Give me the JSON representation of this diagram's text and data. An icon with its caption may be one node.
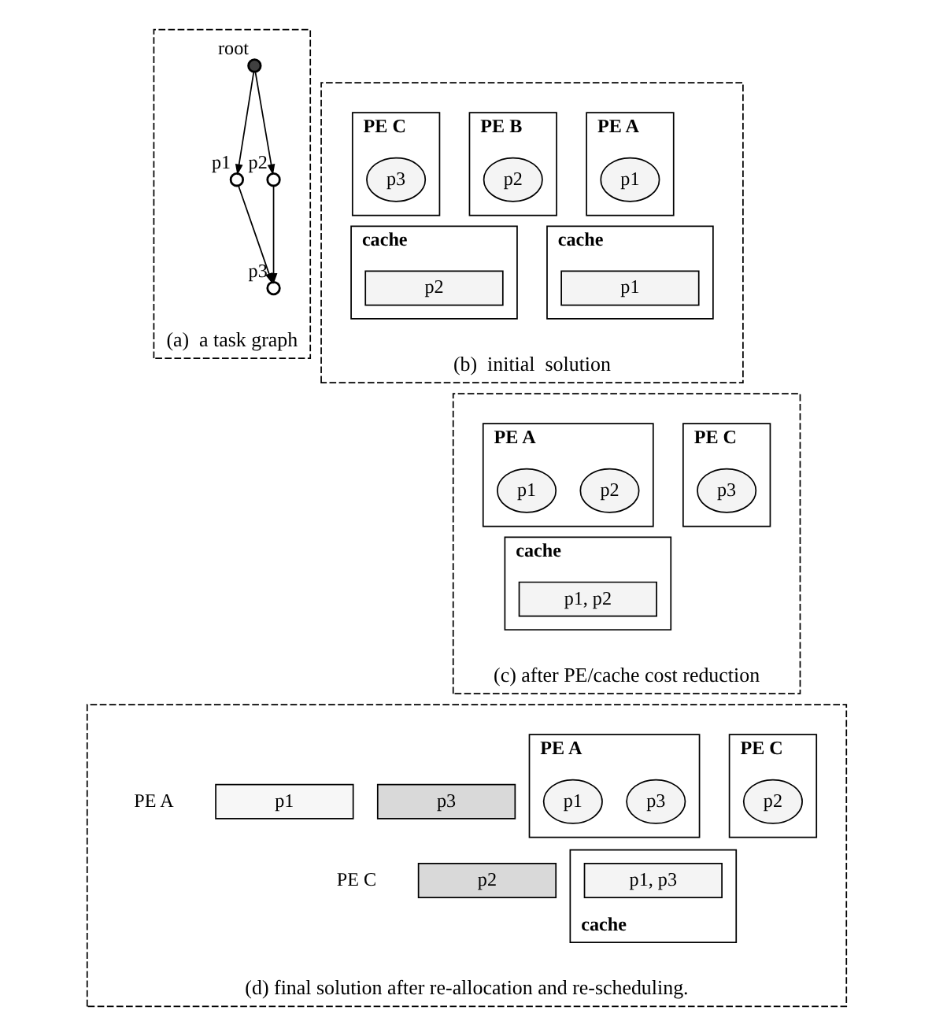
{
  "diagram": {
    "nodes": [
      {
        "text": [
          "(a)  a task graph"
        ]
      },
      {
        "text": [],
        "shape": "circle",
        "beside": [
          "root"
        ],
        "in": 0
      },
      {
        "text": [],
        "shape": "circle",
        "beside": [
          "p1"
        ],
        "in": 0
      },
      {
        "text": [],
        "shape": "circle",
        "beside": [
          "p2"
        ],
        "in": 0
      },
      {
        "text": [],
        "shape": "circle",
        "beside": [
          "p3"
        ],
        "in": 0
      },
      {
        "text": [
          "(b)  initial  solution"
        ]
      },
      {
        "text": [
          "PE A"
        ],
        "in": 5
      },
      {
        "text": [
          "p1"
        ],
        "in": 6
      },
      {
        "text": [
          "cache"
        ],
        "in": 5
      },
      {
        "text": [
          "p1"
        ],
        "in": 8
      },
      {
        "text": [
          "PE B"
        ],
        "in": 5
      },
      {
        "text": [
          "p2"
        ],
        "in": 10
      },
      {
        "text": [
          "cache"
        ],
        "in": 5
      },
      {
        "text": [
          "p2"
        ],
        "in": 12
      },
      {
        "text": [
          "PE C"
        ],
        "in": 5
      },
      {
        "text": [
          "p3"
        ],
        "in": 14
      },
      {
        "text": [
          "(c) after PE/cache cost reduction"
        ]
      },
      {
        "text": [
          "PE A"
        ],
        "in": 16
      },
      {
        "text": [
          "p1"
        ],
        "in": 17
      },
      {
        "text": [
          "p2"
        ],
        "in": 17
      },
      {
        "text": [
          "cache"
        ],
        "in": 16
      },
      {
        "text": [
          "p1, p2"
        ],
        "in": 20
      },
      {
        "text": [
          "PE C"
        ],
        "in": 16
      },
      {
        "text": [
          "p3"
        ],
        "in": 22
      },
      {
        "text": [
          "(d) final solution after re-allocation and re-scheduling."
        ]
      },
      {
        "text": [
          "PE A"
        ],
        "in": 24
      },
      {
        "text": [
          "p1"
        ],
        "in": 25
      },
      {
        "text": [
          "p3"
        ],
        "in": 25
      },
      {
        "text": [
          "cache"
        ],
        "in": 24
      },
      {
        "text": [
          "p1, p3"
        ],
        "in": 28
      },
      {
        "text": [
          "PE C"
        ],
        "in": 24
      },
      {
        "text": [
          "p2"
        ],
        "in": 30
      },
      {
        "text": [
          "p1"
        ],
        "in": 24
      },
      {
        "text": [
          "p3"
        ],
        "in": 24
      },
      {
        "text": [
          "p2"
        ],
        "in": 24
      }
    ],
    "edges": [
      {
        "from": 1,
        "to": 2,
        "arrow": "to"
      },
      {
        "from": 1,
        "to": 3,
        "arrow": "to"
      },
      {
        "from": 2,
        "to": 4,
        "arrow": "to"
      },
      {
        "from": 3,
        "to": 4,
        "arrow": "to"
      }
    ],
    "labels": [
      "PE A",
      "PE C"
    ]
  }
}
